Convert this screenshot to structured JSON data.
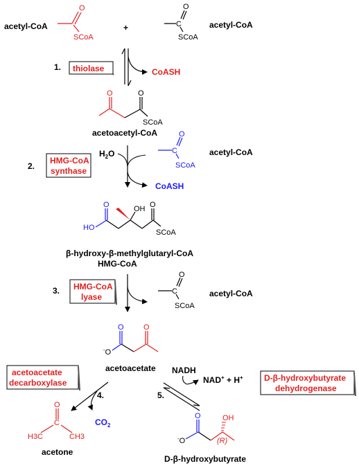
{
  "colors": {
    "red": "#e02020",
    "blue": "#1a1aff",
    "black": "#000000"
  },
  "compounds": {
    "acetyl_coa_left": "acetyl-CoA",
    "acetyl_coa_right": "acetyl-CoA",
    "acetoacetyl_coa": "acetoacetyl-CoA",
    "acetyl_coa_step2": "acetyl-CoA",
    "hmg_full": "β-hydroxy-β-methylglutaryl-CoA",
    "hmg_short": "HMG-CoA",
    "acetyl_coa_step3": "acetyl-CoA",
    "acetoacetate": "acetoacetate",
    "acetone": "acetone",
    "hydroxybutyrate": "D-β-hydroxybutyrate"
  },
  "byproducts": {
    "coash_1": "CoASH",
    "coash_2": "CoASH",
    "co2": "CO",
    "co2_sub": "2",
    "water": "H",
    "water_sub": "2",
    "water_o": "O",
    "nadh": "NADH",
    "nad": "NAD",
    "nad_sup": "+",
    "plus_h": " + H",
    "h_sup": "+"
  },
  "plus": "+",
  "steps": [
    "1.",
    "2.",
    "3.",
    "4.",
    "5."
  ],
  "enzymes": {
    "thiolase": "thiolase",
    "hmg_synthase_1": "HMG-CoA",
    "hmg_synthase_2": "synthase",
    "hmg_lyase_1": "HMG-CoA",
    "hmg_lyase_2": "lyase",
    "decarboxylase_1": "acetoacetate",
    "decarboxylase_2": "decarboxylase",
    "dehydrogenase_1": "D-β-hydroxybutyrate",
    "dehydrogenase_2": "dehydrogenase"
  },
  "atoms": {
    "O": "O",
    "SCoA": "SCoA",
    "C": "C",
    "OH": "OH",
    "HO": "HO",
    "O_minus": "O",
    "minus": "-",
    "H3C": "H3C",
    "CH3": "CH3",
    "R": "(R)"
  }
}
